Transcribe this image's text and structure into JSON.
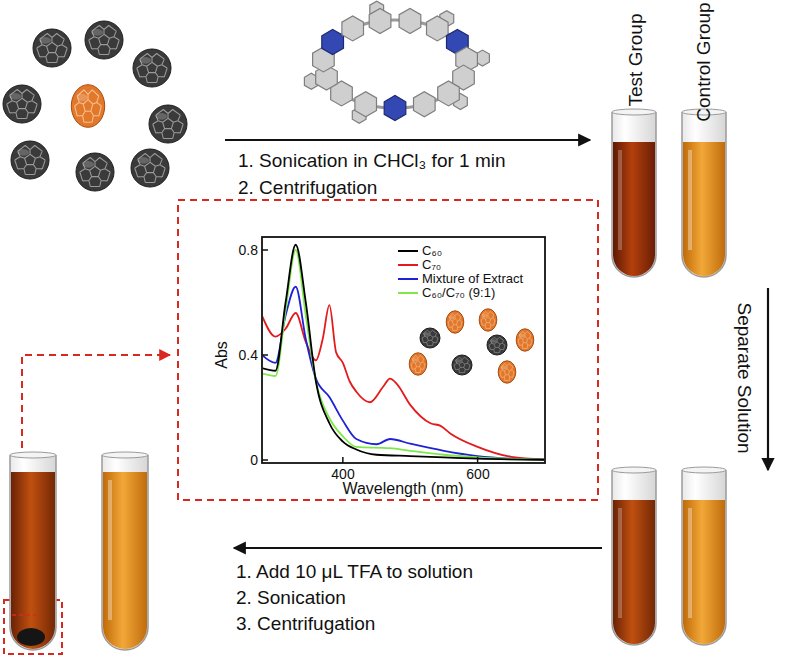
{
  "diagram": {
    "labels": [
      "1. Sonication in CHCl₃ for 1 min",
      "2. Centrifugation",
      "Test Group",
      "Control Group",
      "0.8",
      "0.4",
      "0",
      "Abs",
      "400",
      "600",
      "Wavelength (nm)",
      "Separate Solution",
      "1. Add 10 μL TFA to solution",
      "2. Sonication",
      "3. Centrifugation"
    ],
    "legend": [
      {
        "text": "C₆₀"
      },
      {
        "text": "C₇₀"
      },
      {
        "text": "Mixture of Extract"
      },
      {
        "text": "C₆₀/C₇₀ (9:1)"
      }
    ]
  }
}
